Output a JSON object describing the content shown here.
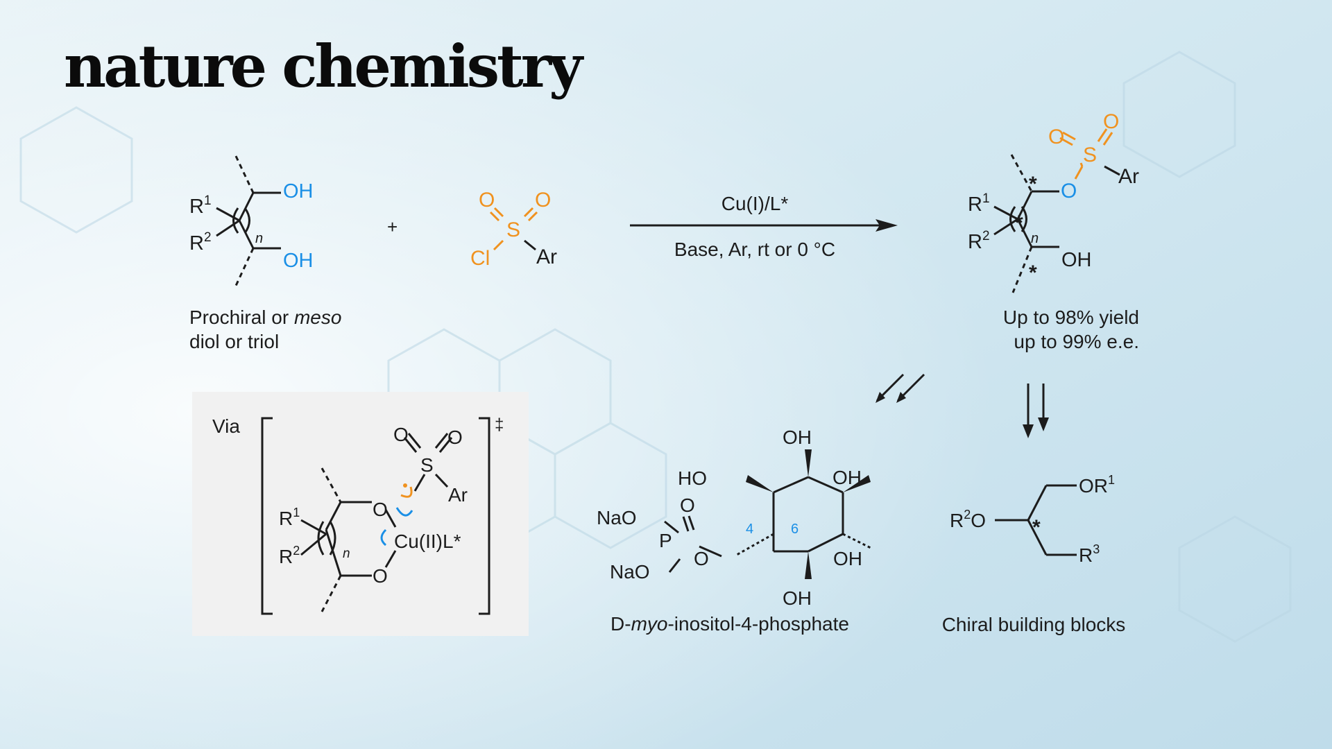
{
  "brand": {
    "title": "nature chemistry"
  },
  "colors": {
    "oxygen_hydroxyl": "#1a8fe6",
    "sulfonyl": "#f0921f",
    "background": "#d6e9f1",
    "box": "#f1f1f1"
  },
  "reactant_diol": {
    "oh_top": "OH",
    "oh_bottom": "OH",
    "r1": "R",
    "r1_sup": "1",
    "r2": "R",
    "r2_sup": "2",
    "n": "n",
    "caption_line1_pre": "Prochiral or ",
    "caption_line1_em": "meso",
    "caption_line2": "diol or triol"
  },
  "plus": "+",
  "sulfonyl_chloride": {
    "o1": "O",
    "o2": "O",
    "s": "S",
    "cl": "Cl",
    "ar": "Ar"
  },
  "reaction_arrow": {
    "above": "Cu(I)/L*",
    "below": "Base, Ar, rt or 0 °C"
  },
  "product": {
    "o1": "O",
    "o2": "O",
    "s": "S",
    "ar": "Ar",
    "o_link": "O",
    "oh": "OH",
    "r1": "R",
    "r1_sup": "1",
    "r2": "R",
    "r2_sup": "2",
    "n": "n",
    "star": "*",
    "caption_line1": "Up to 98% yield",
    "caption_line2": "up to 99% e.e."
  },
  "transition_state": {
    "via": "Via",
    "dagger": "‡",
    "o1": "O",
    "o2": "O",
    "s": "S",
    "ar": "Ar",
    "o_top": "O",
    "o_bottom": "O",
    "cu": "Cu(II)L*",
    "r1": "R",
    "r1_sup": "1",
    "r2": "R",
    "r2_sup": "2",
    "n": "n"
  },
  "inositol": {
    "oh_top": "OH",
    "ho_left": "HO",
    "oh_right": "OH",
    "oh_right2": "OH",
    "oh_bottom": "OH",
    "nao1": "NaO",
    "nao2": "NaO",
    "p": "P",
    "o_double": "O",
    "o_link": "O",
    "pos4": "4",
    "pos6": "6",
    "caption_pre": "D-",
    "caption_em": "myo",
    "caption_post": "-inositol-4-phosphate"
  },
  "building_block": {
    "or1": "OR",
    "or1_sup": "1",
    "r2o_r": "R",
    "r2o_sup": "2",
    "r2o_o": "O",
    "r3": "R",
    "r3_sup": "3",
    "star": "*",
    "caption": "Chiral building blocks"
  }
}
